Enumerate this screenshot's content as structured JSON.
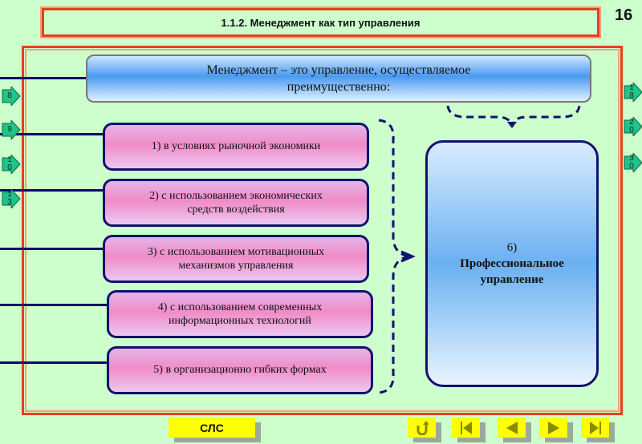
{
  "title": "1.1.2. Менеджмент как тип управления",
  "slide_number": "16",
  "header_box": {
    "line1": "Менеджмент – это управление, осуществляемое",
    "line2": "преимущественно:"
  },
  "items": [
    {
      "line1": "1) в условиях рыночной экономики",
      "line2": ""
    },
    {
      "line1": "2) с использованием экономических",
      "line2": "средств воздействия"
    },
    {
      "line1": "3) с использованием мотивационных",
      "line2": "механизмов управления"
    },
    {
      "line1": "4) с использованием современных",
      "line2": "информационных технологий"
    },
    {
      "line1": "5) в организационно гибких формах",
      "line2": ""
    }
  ],
  "result_box": {
    "number": "6)",
    "line1": "Профессиональное",
    "line2": "управление"
  },
  "left_links": [
    "8",
    "9",
    "1\n0",
    "1\n3"
  ],
  "right_links": [
    "1\n8",
    "2\n0",
    "3\n0"
  ],
  "bottom": {
    "slc_label": "СЛС"
  },
  "nav_icons": [
    "return-icon",
    "first-slide-icon",
    "previous-slide-icon",
    "next-slide-icon",
    "last-slide-icon"
  ]
}
